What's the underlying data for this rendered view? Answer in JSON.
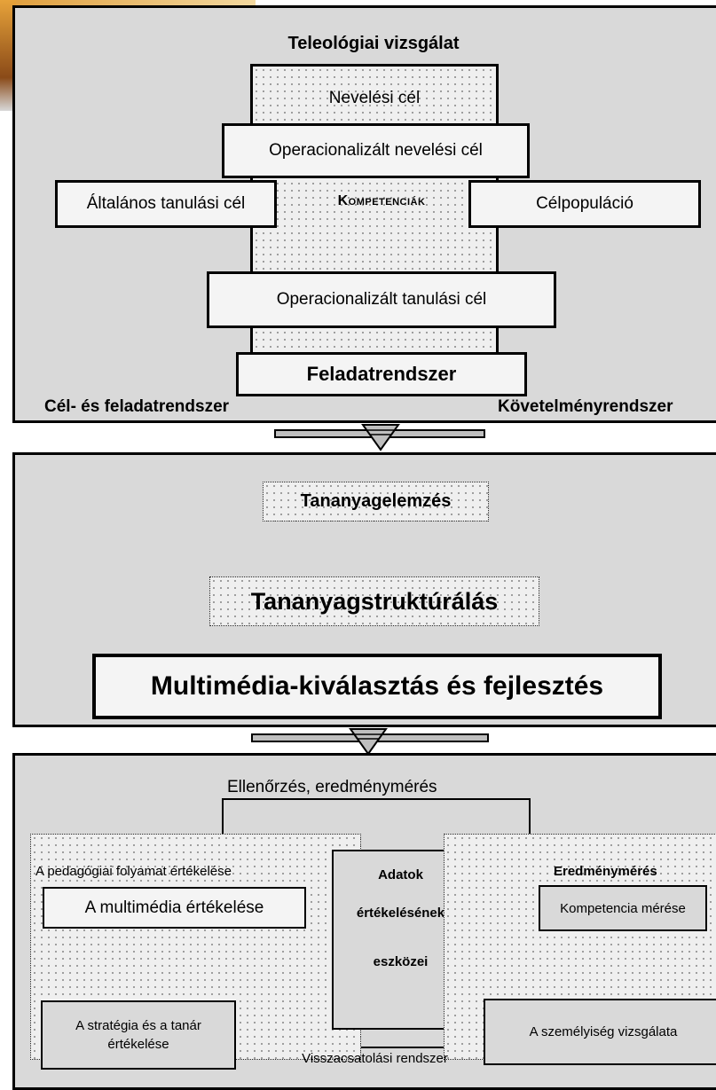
{
  "colors": {
    "panel": "#d9d9d9",
    "box": "#f4f4f4",
    "border": "#000000",
    "dots": "#8a8a8a"
  },
  "top": {
    "title": "Teleológiai vizsgálat",
    "nevelesi_cel": "Nevelési cél",
    "op_nevelesi_cel": "Operacionalizált nevelési cél",
    "altalanos": "Általános tanulási cél",
    "kompetenciak": "Kompetenciák",
    "celpopulacio": "Célpopuláció",
    "op_tanulasi_cel": "Operacionalizált tanulási cél",
    "feladatrendszer": "Feladatrendszer",
    "footer_left": "Cél- és feladatrendszer",
    "footer_right": "Követelményrendszer"
  },
  "middle": {
    "tananyagelemzes": "Tananyagelemzés",
    "tananyagstrukturalas": "Tananyagstruktúrálás",
    "multimedia": "Multimédia-kiválasztás és fejlesztés"
  },
  "bottom": {
    "title": "Ellenőrzés, eredménymérés",
    "left_header": "A pedagógiai folyamat értékelése",
    "multimedia_ertekelese": "A multimédia értékelése",
    "strategia_line1": "A  stratégia és a tanár",
    "strategia_line2": "értékelése",
    "adatok_line1": "Adatok",
    "adatok_line2": "értékelésének",
    "adatok_line3": "eszközei",
    "right_header": "Eredménymérés",
    "kompetencia_meres": "Kompetencia mérése",
    "szemelyiseg": "A  személyiség vizsgálata",
    "visszacsatolas": "Visszacsatolási rendszer"
  }
}
